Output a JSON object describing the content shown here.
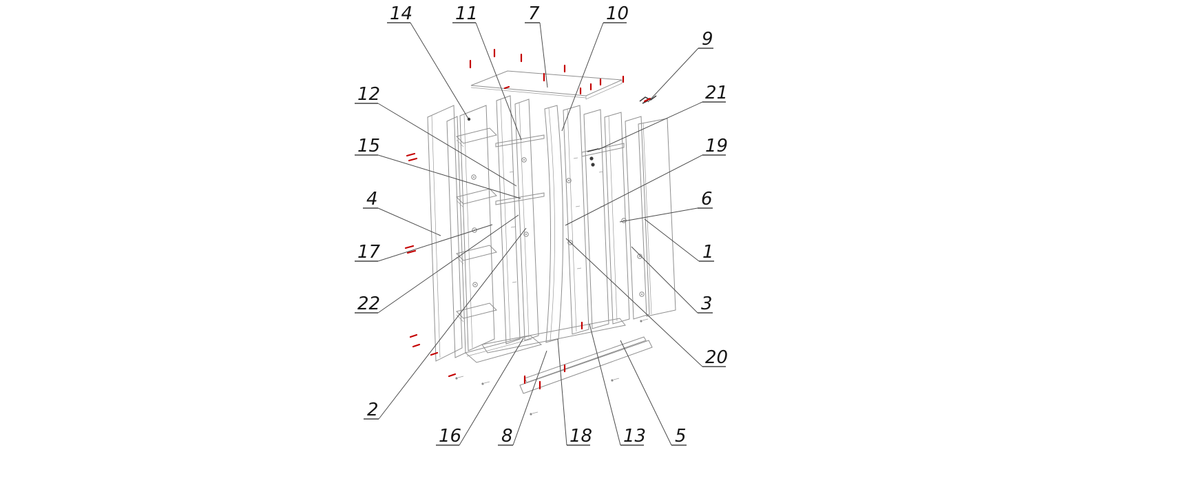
{
  "figure": {
    "type": "exploded-view-assembly-diagram",
    "subject": "wardrobe cabinet exploded assembly drawing with numbered parts",
    "colors": {
      "drawing_line": "#8e8e8e",
      "leader_line": "#4a4a4a",
      "label_text": "#161616",
      "fastener_accent": "#c40000"
    }
  },
  "callouts": [
    {
      "label": "14"
    },
    {
      "label": "11"
    },
    {
      "label": "7"
    },
    {
      "label": "10"
    },
    {
      "label": "9"
    },
    {
      "label": "12"
    },
    {
      "label": "21"
    },
    {
      "label": "15"
    },
    {
      "label": "19"
    },
    {
      "label": "4"
    },
    {
      "label": "6"
    },
    {
      "label": "17"
    },
    {
      "label": "1"
    },
    {
      "label": "22"
    },
    {
      "label": "3"
    },
    {
      "label": "20"
    },
    {
      "label": "2"
    },
    {
      "label": "16"
    },
    {
      "label": "8"
    },
    {
      "label": "18"
    },
    {
      "label": "13"
    },
    {
      "label": "5"
    }
  ]
}
